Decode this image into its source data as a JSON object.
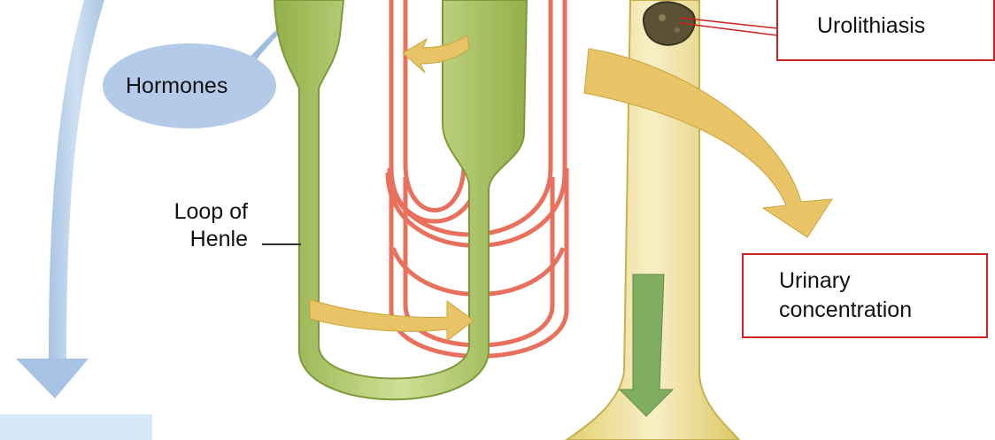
{
  "labels": {
    "hormones": "Hormones",
    "loop_of_henle_line1": "Loop of",
    "loop_of_henle_line2": "Henle",
    "urolithiasis": "Urolithiasis",
    "urinary_concentration_line1": "Urinary",
    "urinary_concentration_line2": "concentration"
  },
  "colors": {
    "nephron_tubule": "#b5cc6e",
    "vasa_recta": "#e8705c",
    "collecting_duct": "#f1e3a0",
    "flow_arrow": "#e9c466",
    "blood_arrow": "#b7cfe8",
    "callout_border": "#cc2222"
  }
}
